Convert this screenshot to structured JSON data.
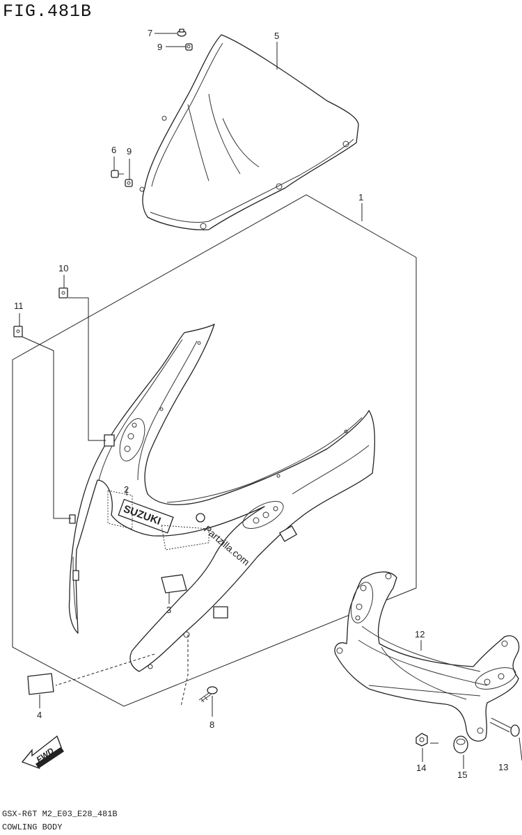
{
  "figure_title": "FIG.481B",
  "parts": {
    "p1": "1",
    "p2": "2",
    "p3": "3",
    "p4": "4",
    "p5": "5",
    "p6": "6",
    "p7": "7",
    "p8": "8",
    "p9a": "9",
    "p9b": "9",
    "p10": "10",
    "p11": "11",
    "p12": "12",
    "p13": "13",
    "p14": "14",
    "p15": "15"
  },
  "decal_text": "SUZUKI",
  "watermark": "Partzilla.com",
  "fwd_label": "FWD",
  "footer": {
    "model_code": "GSX-R6T M2_E03_E28_481B",
    "section_name": "COWLING BODY"
  }
}
